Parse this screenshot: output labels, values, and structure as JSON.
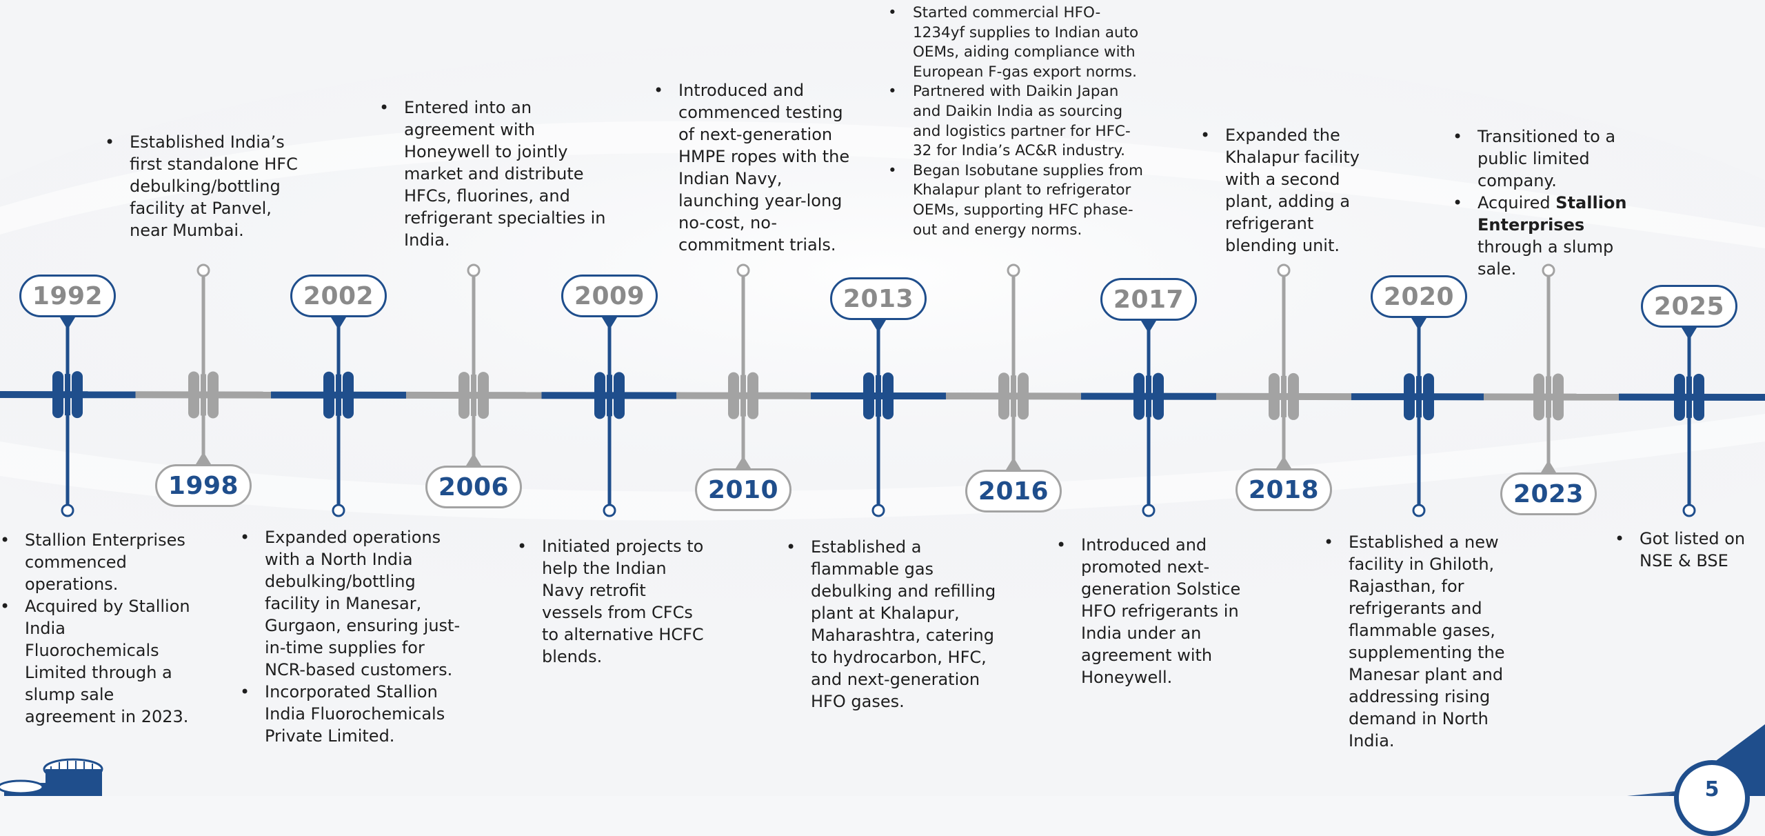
{
  "colors": {
    "navy": "#1f4e8c",
    "gray": "#a3a3a3",
    "text": "#1e1e1e"
  },
  "milestones": [
    {
      "year": "1992",
      "position": "top",
      "text_position": "bottom",
      "bullets": [
        {
          "parts": [
            {
              "t": "Stallion Enterprises commenced operations."
            }
          ]
        },
        {
          "parts": [
            {
              "t": "Acquired by Stallion India Fluorochemicals Limited through a slump sale agreement in 2023."
            }
          ]
        }
      ]
    },
    {
      "year": "1998",
      "position": "bottom",
      "text_position": "top",
      "bullets": [
        {
          "parts": [
            {
              "t": "Established India’s first standalone HFC debulking/bottling facility at Panvel, near Mumbai."
            }
          ]
        }
      ]
    },
    {
      "year": "2002",
      "position": "top",
      "text_position": "bottom",
      "bullets": [
        {
          "parts": [
            {
              "t": "Expanded operations with a North India debulking/bottling facility in Manesar, Gurgaon, ensuring just-in-time supplies for NCR-based customers."
            }
          ]
        },
        {
          "parts": [
            {
              "t": "Incorporated Stallion India Fluorochemicals Private Limited."
            }
          ]
        }
      ]
    },
    {
      "year": "2006",
      "position": "bottom",
      "text_position": "top",
      "bullets": [
        {
          "parts": [
            {
              "t": "Entered into an agreement with Honeywell to jointly market and distribute HFCs, fluorines, and refrigerant specialties in India."
            }
          ]
        }
      ]
    },
    {
      "year": "2009",
      "position": "top",
      "text_position": "bottom",
      "bullets": [
        {
          "parts": [
            {
              "t": "Initiated projects to help the Indian Navy retrofit vessels from CFCs to alternative HCFC blends."
            }
          ]
        }
      ]
    },
    {
      "year": "2010",
      "position": "bottom",
      "text_position": "top",
      "bullets": [
        {
          "parts": [
            {
              "t": "Introduced and commenced testing of next-generation HMPE ropes with the Indian Navy, launching year-long no-cost, no-commitment trials."
            }
          ]
        }
      ]
    },
    {
      "year": "2013",
      "position": "top",
      "text_position": "bottom",
      "bullets": [
        {
          "parts": [
            {
              "t": "Established a flammable gas debulking and refilling plant at Khalapur, Maharashtra, catering to hydrocarbon, HFC, and next-generation HFO gases."
            }
          ]
        }
      ]
    },
    {
      "year": "2016",
      "position": "bottom",
      "text_position": "top",
      "bullets": [
        {
          "parts": [
            {
              "t": "Started commercial HFO-1234yf supplies to Indian auto OEMs, aiding compliance with European F-gas export norms."
            }
          ]
        },
        {
          "parts": [
            {
              "t": "Partnered with Daikin Japan and Daikin India as sourcing and logistics partner for HFC-32 for India’s AC&R industry."
            }
          ]
        },
        {
          "parts": [
            {
              "t": "Began Isobutane supplies from Khalapur plant to refrigerator OEMs, supporting HFC phase-out and energy norms."
            }
          ]
        }
      ]
    },
    {
      "year": "2017",
      "position": "top",
      "text_position": "bottom",
      "bullets": [
        {
          "parts": [
            {
              "t": "Introduced and promoted next-generation Solstice HFO refrigerants in India under an agreement with Honeywell."
            }
          ]
        }
      ]
    },
    {
      "year": "2018",
      "position": "bottom",
      "text_position": "top",
      "bullets": [
        {
          "parts": [
            {
              "t": "Expanded the Khalapur facility with a second plant, adding a refrigerant blending unit."
            }
          ]
        }
      ]
    },
    {
      "year": "2020",
      "position": "top",
      "text_position": "bottom",
      "bullets": [
        {
          "parts": [
            {
              "t": "Established a new facility in Ghiloth, Rajasthan, for refrigerants and flammable gases, supplementing the Manesar plant and addressing rising demand in North India."
            }
          ]
        }
      ]
    },
    {
      "year": "2023",
      "position": "bottom",
      "text_position": "top",
      "bullets": [
        {
          "parts": [
            {
              "t": "Transitioned to a public limited company."
            }
          ]
        },
        {
          "parts": [
            {
              "t": "Acquired "
            },
            {
              "t": "Stallion Enterprises",
              "bold": true
            },
            {
              "t": " through a slump sale."
            }
          ]
        }
      ]
    },
    {
      "year": "2025",
      "position": "top",
      "text_position": "bottom",
      "bullets": [
        {
          "parts": [
            {
              "t": "Got listed on NSE & BSE"
            }
          ]
        }
      ]
    }
  ],
  "page_number": "5"
}
